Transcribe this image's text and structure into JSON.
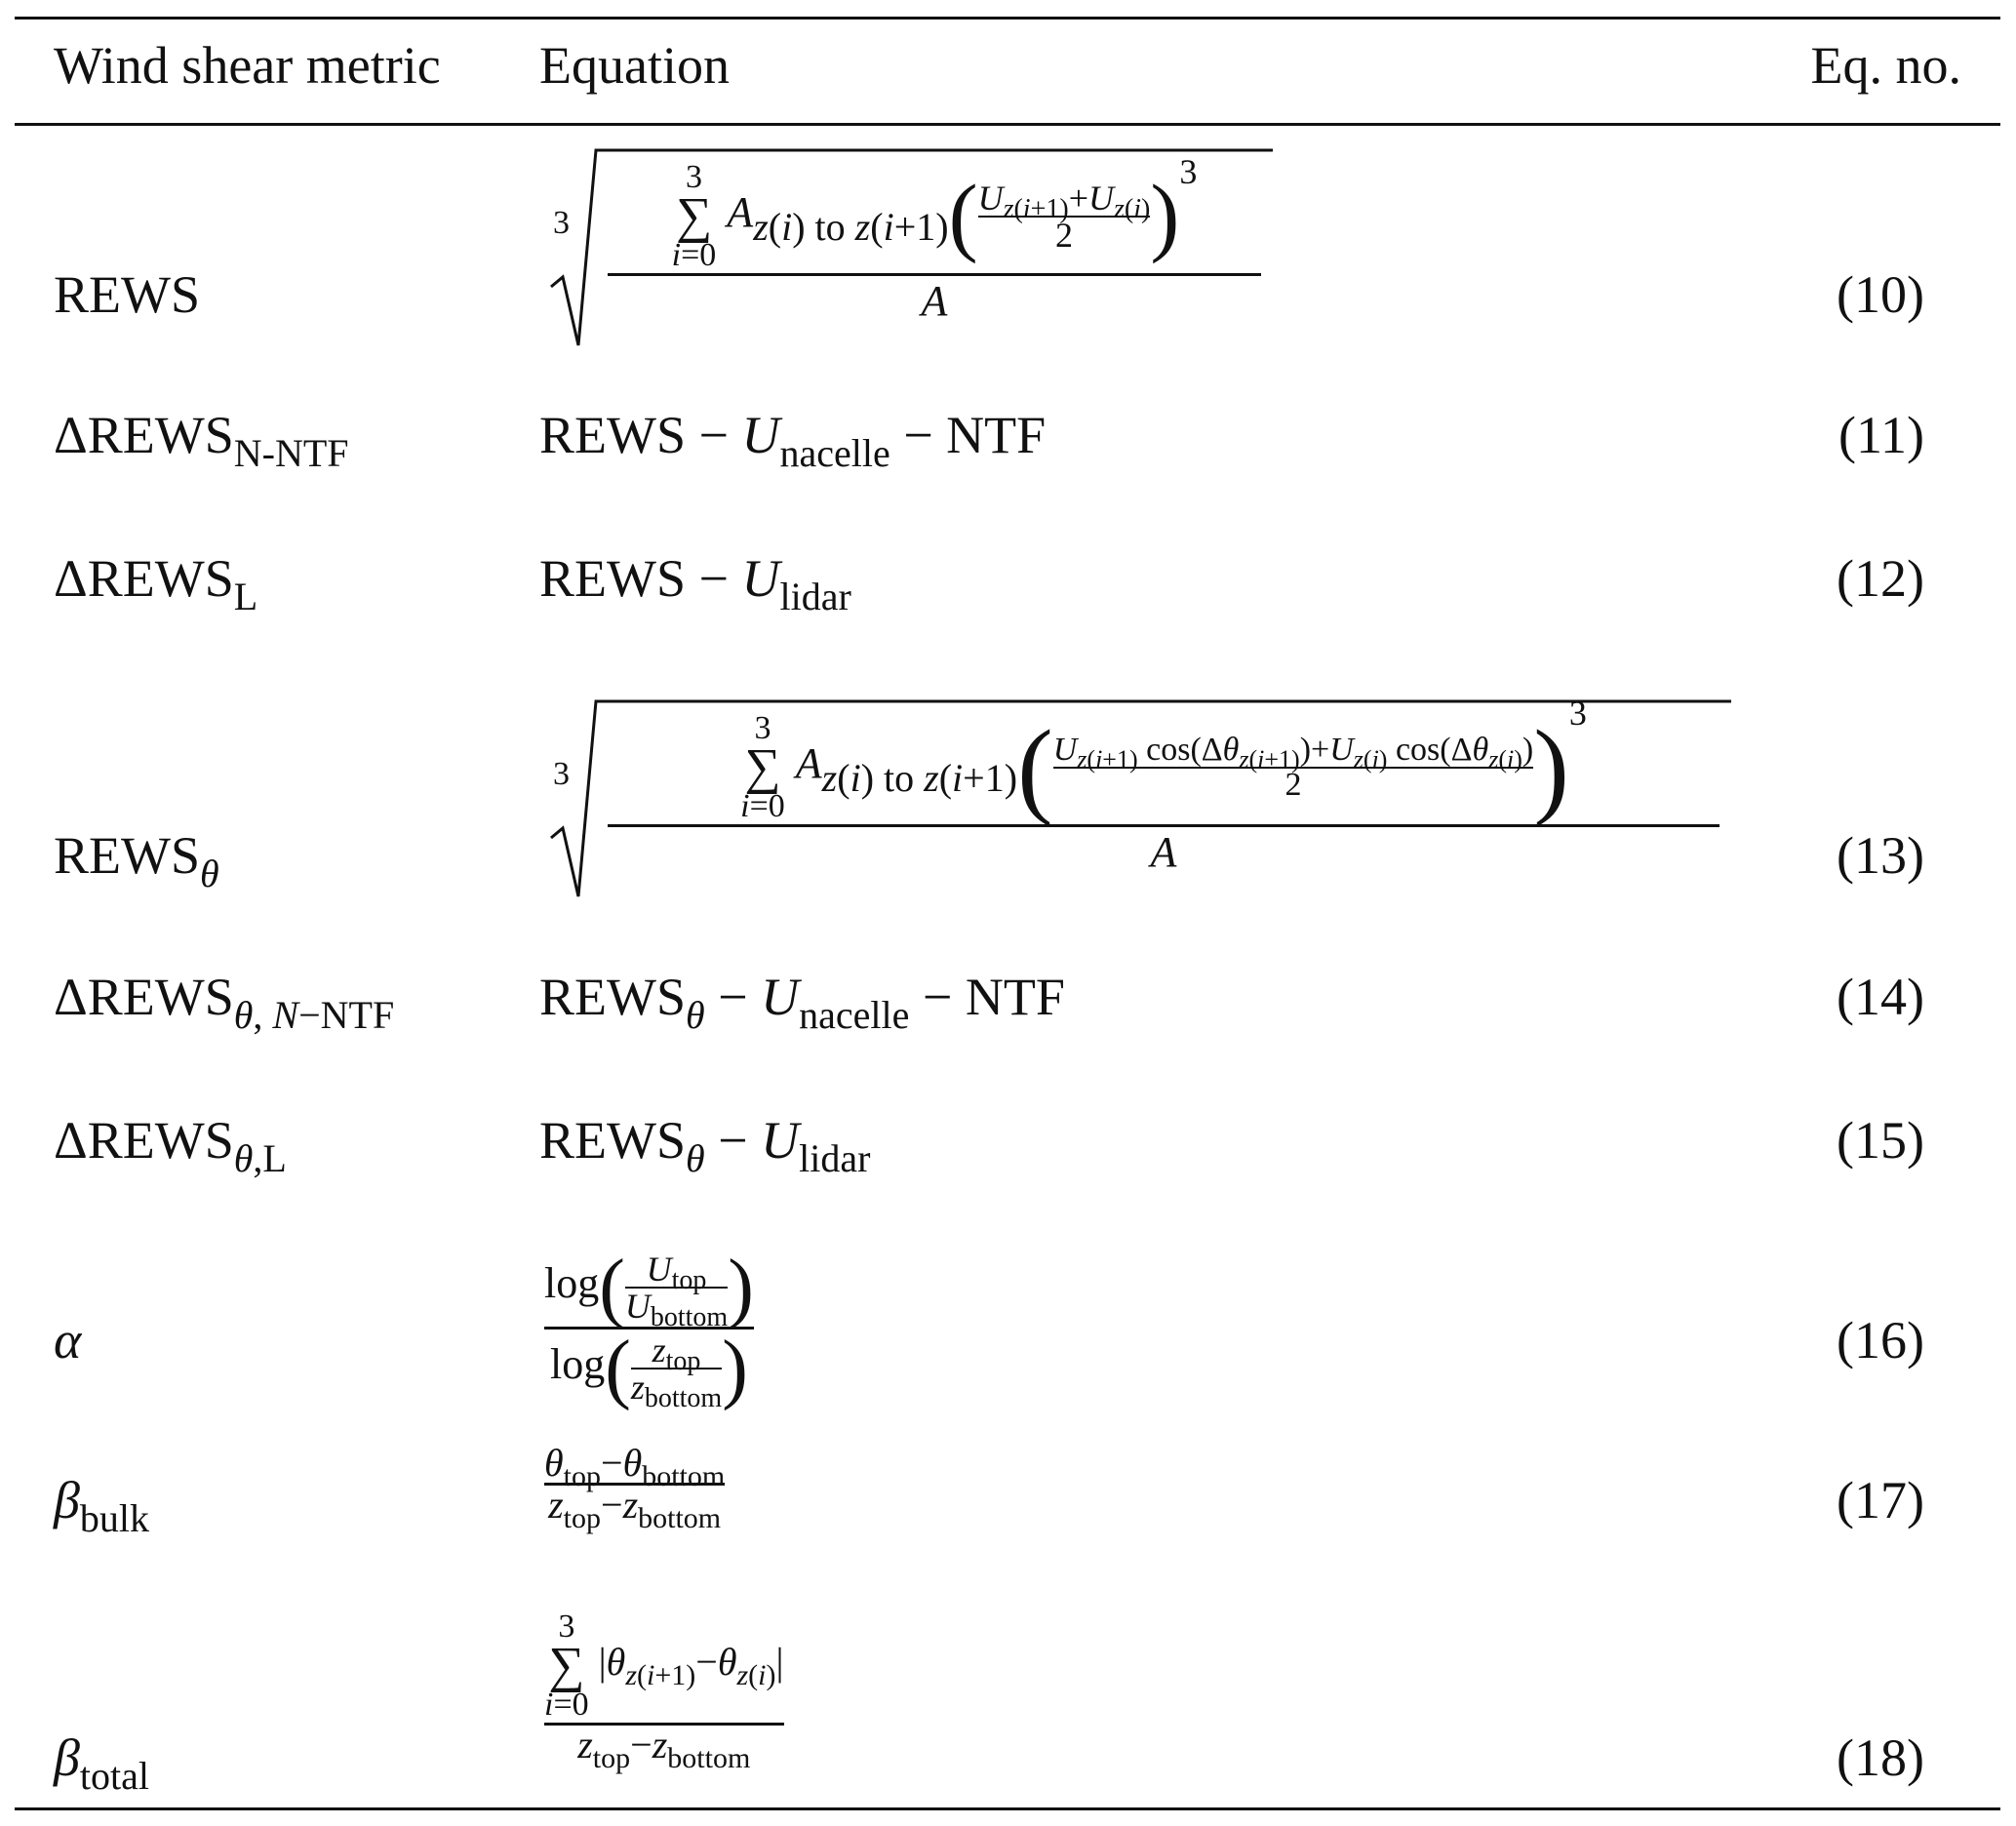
{
  "table": {
    "headers": {
      "metric": "Wind shear metric",
      "equation": "Equation",
      "eq_no": "Eq. no."
    },
    "rows": [
      {
        "metric": "REWS",
        "equation_text": "∛( Σ_{i=0}^{3} A_{z(i) to z(i+1)} ( (U_{z(i+1)} + U_{z(i)}) / 2 )^3 / A )",
        "eq_no": "(10)"
      },
      {
        "metric": "ΔREWS_{N-NTF}",
        "equation_text": "REWS − U_nacelle − NTF",
        "eq_no": "(11)"
      },
      {
        "metric": "ΔREWS_L",
        "equation_text": "REWS − U_lidar",
        "eq_no": "(12)"
      },
      {
        "metric": "REWS_θ",
        "equation_text": "∛( Σ_{i=0}^{3} A_{z(i) to z(i+1)} ( (U_{z(i+1)} cos(Δθ_{z(i+1)}) + U_{z(i)} cos(Δθ_{z(i)})) / 2 )^3 / A )",
        "eq_no": "(13)"
      },
      {
        "metric": "ΔREWS_{θ,N−NTF}",
        "equation_text": "REWS_θ − U_nacelle − NTF",
        "eq_no": "(14)"
      },
      {
        "metric": "ΔREWS_{θ,L}",
        "equation_text": "REWS_θ − U_lidar",
        "eq_no": "(15)"
      },
      {
        "metric": "α",
        "equation_text": "log(U_top / U_bottom) / log(z_top / z_bottom)",
        "eq_no": "(16)"
      },
      {
        "metric": "β_bulk",
        "equation_text": "(θ_top − θ_bottom) / (z_top − z_bottom)",
        "eq_no": "(17)"
      },
      {
        "metric": "β_total",
        "equation_text": "Σ_{i=0}^{3} |θ_{z(i+1)} − θ_{z(i)}| / (z_top − z_bottom)",
        "eq_no": "(18)"
      }
    ]
  }
}
